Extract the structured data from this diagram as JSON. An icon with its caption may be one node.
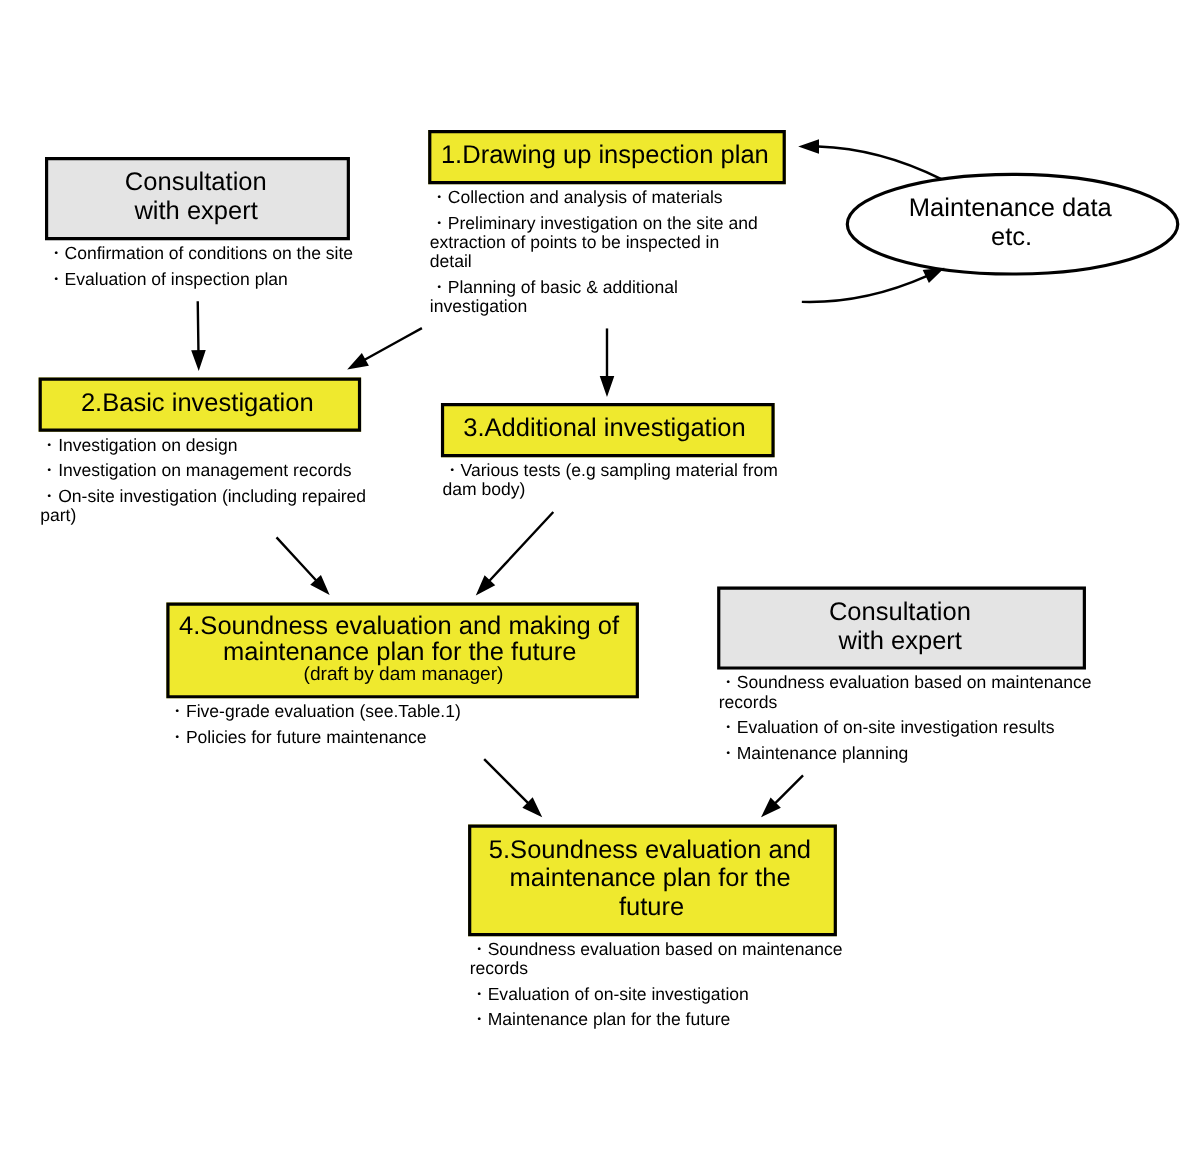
{
  "diagram": {
    "nodes": [
      {
        "text": [
          "1.Drawing up inspection plan"
        ],
        "beside": [
          "・Collection and analysis of materials",
          "・Preliminary investigation on the site and extraction of points to be inspected in detail",
          "・Planning of basic & additional investigation"
        ]
      },
      {
        "text": [
          "Maintenance data etc."
        ]
      },
      {
        "text": [
          "Consultation with expert"
        ],
        "beside": [
          "・Confirmation of conditions on the site",
          "・Evaluation of inspection plan"
        ]
      },
      {
        "text": [
          "2.Basic investigation"
        ],
        "beside": [
          "・Investigation on design",
          "・Investigation on management records",
          "・On-site investigation (including repaired part)"
        ]
      },
      {
        "text": [
          "3.Additional investigation"
        ],
        "beside": [
          "・Various tests (e.g sampling material from dam body)"
        ]
      },
      {
        "text": [
          "4.Soundness evaluation and making of maintenance plan for the future",
          "(draft by dam manager)"
        ],
        "beside": [
          "・Five-grade evaluation (see.Table.1)",
          "・Policies for future maintenance"
        ]
      },
      {
        "text": [
          "Consultation with expert"
        ],
        "beside": [
          "・Soundness evaluation based on maintenance records",
          "・Evaluation of on-site investigation results",
          "・Maintenance planning"
        ]
      },
      {
        "text": [
          "5.Soundness evaluation and maintenance plan for the future"
        ],
        "beside": [
          "・Soundness evaluation based on maintenance records",
          "・Evaluation of on-site investigation",
          "・Maintenance plan for the future"
        ]
      }
    ],
    "edges": [
      {
        "from": 0,
        "to": 1,
        "arrow": "to"
      },
      {
        "from": 1,
        "to": 0,
        "arrow": "to"
      },
      {
        "from": 0,
        "to": 3,
        "arrow": "to"
      },
      {
        "from": 0,
        "to": 4,
        "arrow": "to"
      },
      {
        "from": 2,
        "to": 3,
        "arrow": "to"
      },
      {
        "from": 3,
        "to": 5,
        "arrow": "to"
      },
      {
        "from": 4,
        "to": 5,
        "arrow": "to"
      },
      {
        "from": 5,
        "to": 7,
        "arrow": "to"
      },
      {
        "from": 6,
        "to": 7,
        "arrow": "to"
      }
    ]
  }
}
